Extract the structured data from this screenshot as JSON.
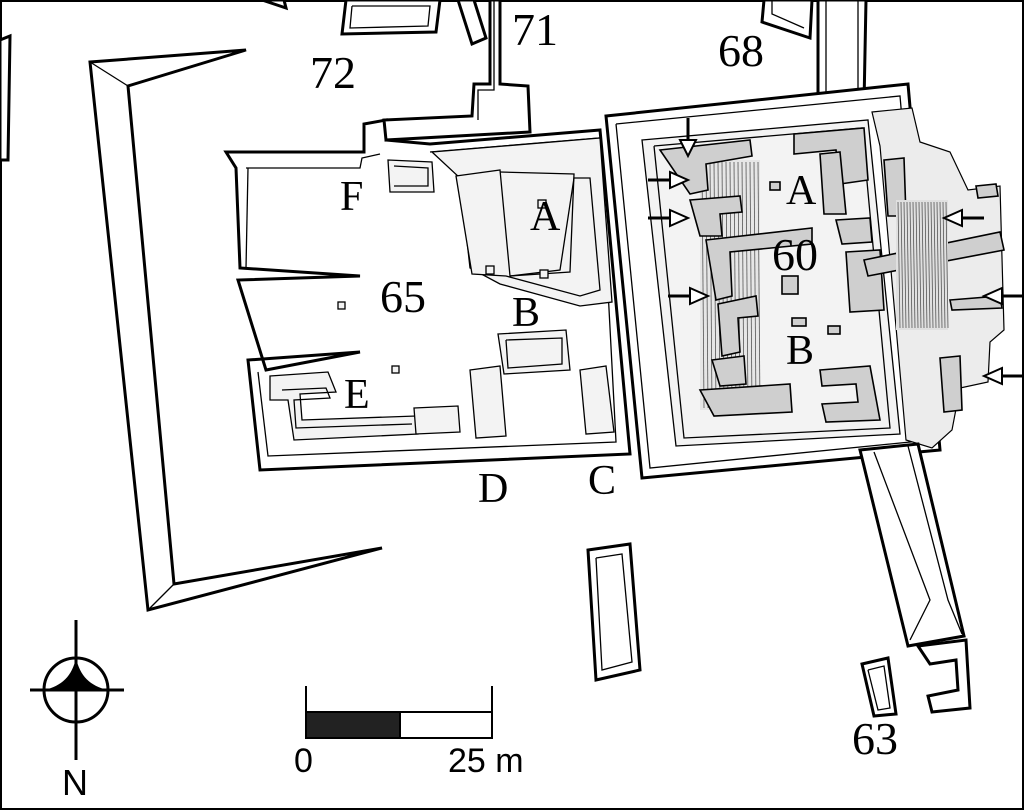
{
  "structure_numbers": [
    "72",
    "71",
    "68",
    "65",
    "60",
    "63"
  ],
  "structure_65_labels": {
    "a": "A",
    "b": "B",
    "c": "C",
    "d": "D",
    "e": "E",
    "f": "F"
  },
  "structure_60_labels": {
    "a": "A",
    "b": "B"
  },
  "scale_bar": {
    "start": "0",
    "end": "25 m"
  },
  "north_arrow": {
    "label": "N"
  },
  "colors": {
    "ink": "#000000",
    "plaster": "#cfcfcf",
    "paper": "#ffffff"
  }
}
